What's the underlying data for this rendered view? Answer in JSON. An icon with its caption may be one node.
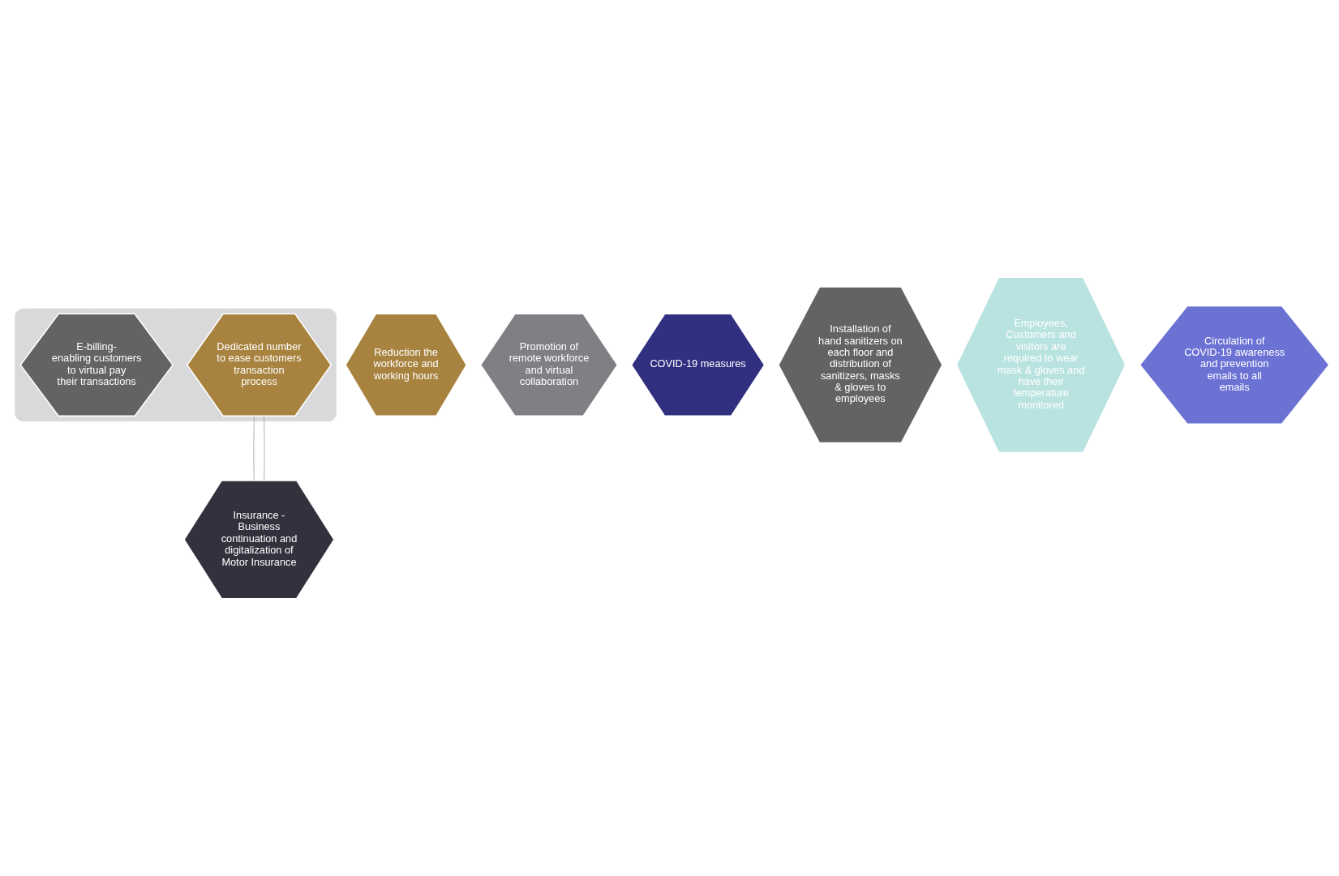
{
  "diagram": {
    "nodes": [
      {
        "text": [],
        "shape": "hexagon"
      },
      {
        "text": [
          "Dedicated number to ease customers transaction process"
        ],
        "in": 0
      },
      {
        "text": [
          "E-billing- enabling customers to virtual pay their transactions"
        ],
        "in": 0
      },
      {
        "text": [
          "Reduction the workforce and working hours"
        ]
      },
      {
        "text": [
          "Insurance - Business continuation and digitalization of Motor Insurance"
        ]
      },
      {
        "text": [
          "Promotion of remote workforce and virtual collaboration"
        ]
      },
      {
        "text": [
          "COVID-19 measures"
        ]
      },
      {
        "text": [
          "Installation of hand sanitizers on each floor and distribution of sanitizers, masks & gloves to employees"
        ]
      },
      {
        "text": [
          "Employees, Customers and visitors are required to wear mask & gloves and have their temperature monitored"
        ]
      },
      {
        "text": [
          "Circulation of COVID-19 awareness and prevention emails to all emails"
        ]
      }
    ],
    "edges": [
      {
        "from": 4,
        "to": 0,
        "arrow": "none"
      },
      {
        "from": 4,
        "to": 0,
        "arrow": "none"
      }
    ]
  }
}
